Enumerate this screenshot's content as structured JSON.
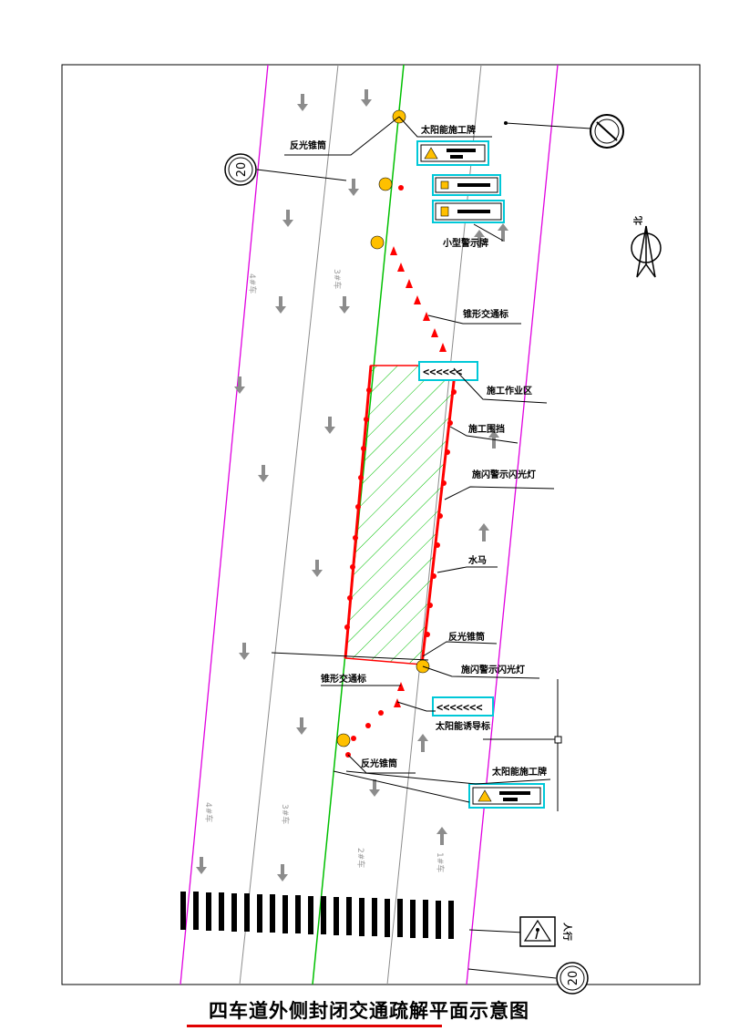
{
  "title": "四车道外侧封闭交通疏解平面示意图",
  "speed_limit": "20",
  "north_label": "北",
  "lane_labels": {
    "lane1": "1#车",
    "lane2": "2#车",
    "lane3": "3#车",
    "lane4": "4#车"
  },
  "labels": {
    "reflective_cone_top": "反光锥筒",
    "solar_sign_top": "太阳能施工牌",
    "small_sign": "小型警示牌",
    "buffer_cone": "锥形交通标",
    "work_area": "施工作业区",
    "work_fence": "施工围挡",
    "warning_light_top": "施闪警示闪光灯",
    "water_horse": "水马",
    "reflective_cone_mid": "反光锥筒",
    "warning_light_bottom": "施闪警示闪光灯",
    "buffer_cone_bottom": "锥形交通标",
    "solar_guide_sign": "太阳能诱导标",
    "reflective_cone_bottom": "反光锥筒",
    "solar_sign_bottom": "太阳能施工牌",
    "pedestrian_sign": "人行"
  },
  "colors": {
    "road_edge": "#e000e0",
    "center_line": "#00c000",
    "lane_line": "#8c8c8c",
    "work_zone": "#ff0000",
    "sign_frame": "#00c8d8",
    "cone": "#ff0000",
    "light": "#ffc000"
  }
}
